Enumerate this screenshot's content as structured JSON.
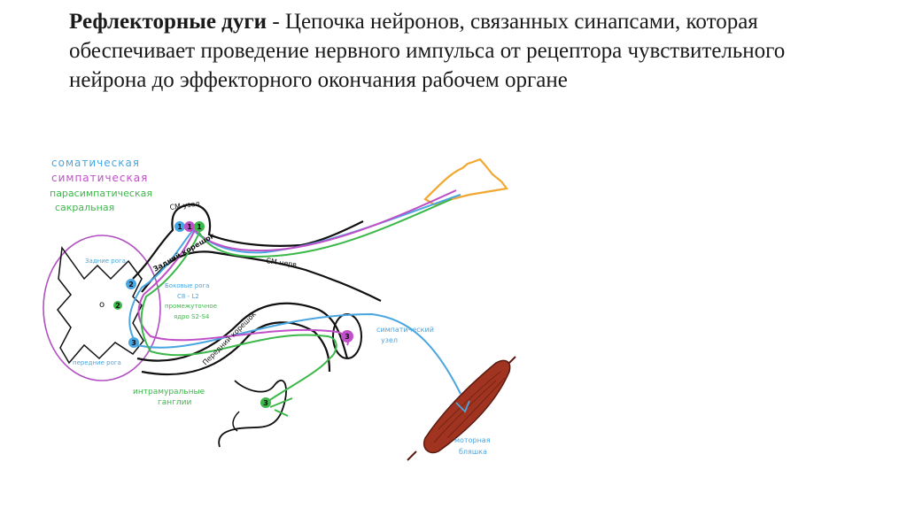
{
  "heading": {
    "term": "Рефлекторные дуги",
    "separator": " - ",
    "definition": "Цепочка нейронов, связанных синапсами, которая обеспечивает проведение нервного импульса от рецептора чувствительного нейрона до эффекторного окончания рабочем органе"
  },
  "legend": {
    "somatic": "соматическая",
    "sympathetic": "симпатическая",
    "parasympathetic_1": "парасимпатическая",
    "parasympathetic_2": "сакральная"
  },
  "labels": {
    "ganglion": "СМ узел",
    "posterior_horn": "Задние рога",
    "posterior_root": "Задний корешок",
    "nerve": "СМ нерв",
    "lateral_horn_1": "Боковые рога",
    "lateral_horn_2": "C8 - L2",
    "intermediate_1": "промежуточное",
    "intermediate_2": "ядро S2-S4",
    "anterior_root": "Передний корешок",
    "anterior_horn": "передние рога",
    "sympathetic_node_1": "симпатический",
    "sympathetic_node_2": "узел",
    "intramural_1": "интрамуральные",
    "intramural_2": "ганглии",
    "motor_1": "моторная",
    "motor_2": "бляшка"
  },
  "neurons": {
    "n1a": "1",
    "n1b": "1",
    "n1c": "1",
    "n2a": "2",
    "n2b": "2",
    "n3a": "3",
    "n3b": "3",
    "n3c": "3"
  },
  "colors": {
    "somatic": "#4aa6e0",
    "sympathetic": "#c050c8",
    "parasympathetic": "#3cb84a",
    "outline": "#111111",
    "muscle": "#a03420",
    "skin": "#f0a830"
  }
}
